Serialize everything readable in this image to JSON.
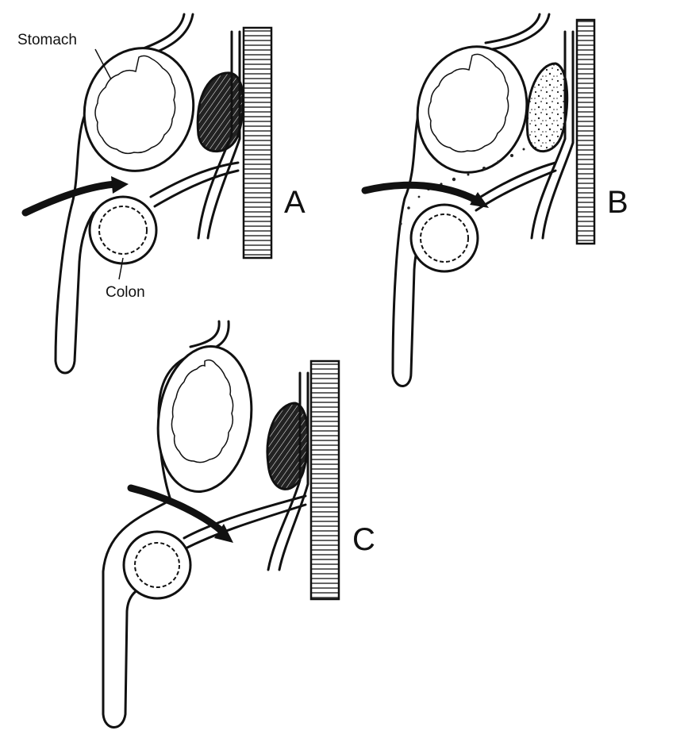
{
  "figure": {
    "labels": {
      "stomach": "Stomach",
      "colon": "Colon"
    },
    "panels": [
      {
        "id": "A",
        "letter": "A",
        "pancreas": "dark"
      },
      {
        "id": "B",
        "letter": "B",
        "pancreas": "speckled"
      },
      {
        "id": "C",
        "letter": "C",
        "pancreas": "dark"
      }
    ]
  }
}
